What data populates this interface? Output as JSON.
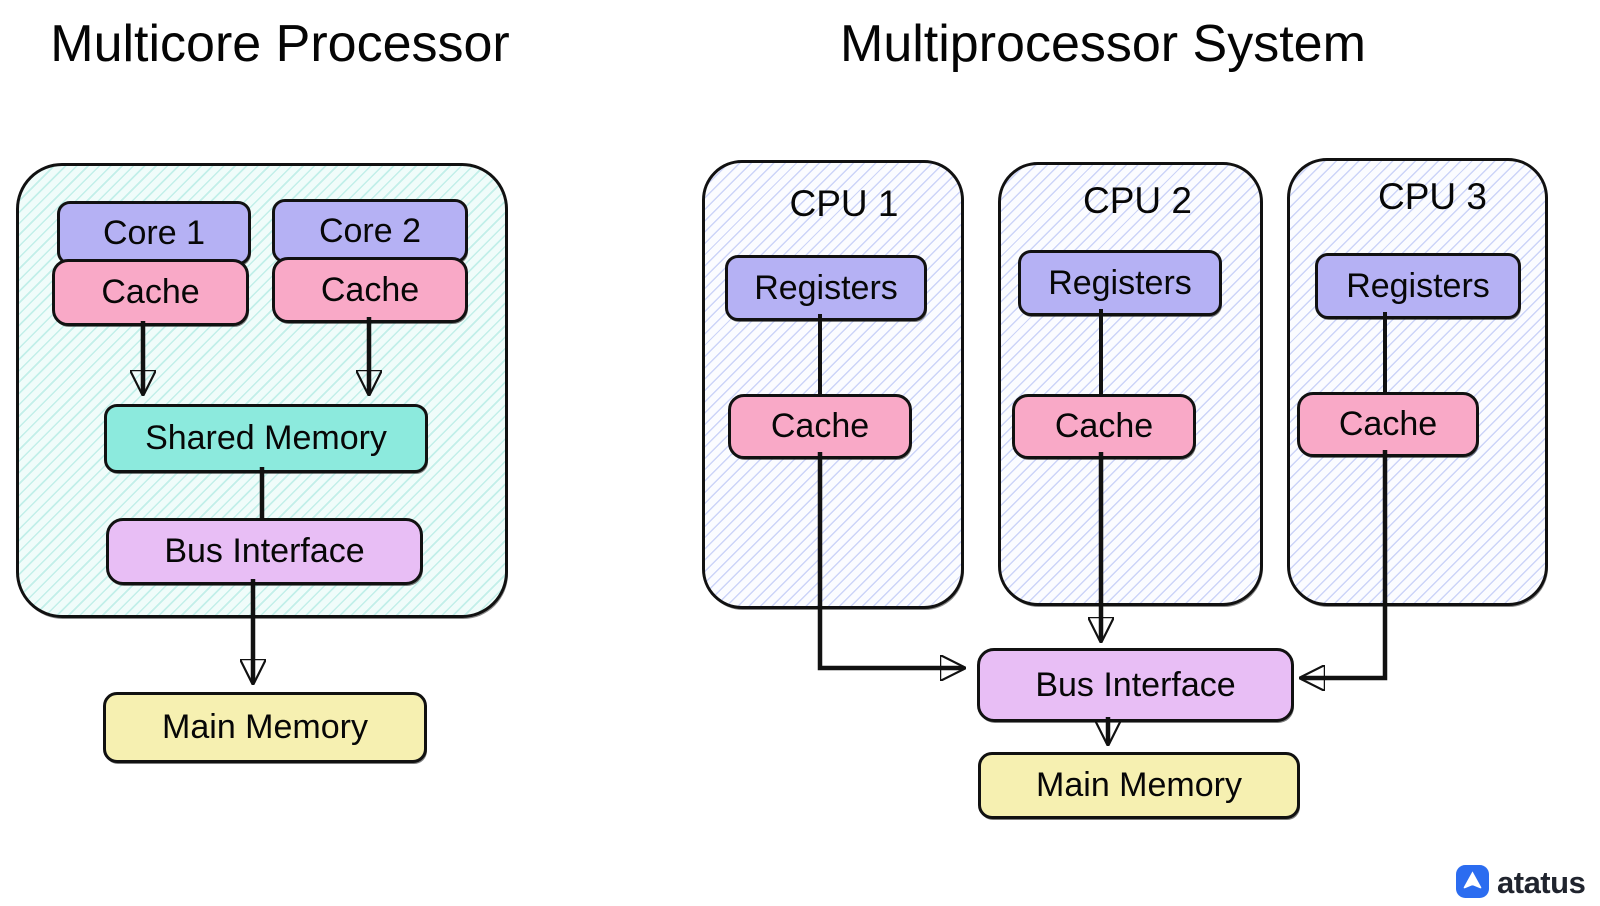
{
  "left": {
    "title": "Multicore Processor",
    "cores": [
      {
        "label": "Core 1",
        "cache": "Cache"
      },
      {
        "label": "Core 2",
        "cache": "Cache"
      }
    ],
    "shared_memory": "Shared Memory",
    "bus_interface": "Bus Interface",
    "main_memory": "Main Memory"
  },
  "right": {
    "title": "Multiprocessor System",
    "cpus": [
      {
        "label": "CPU 1",
        "registers": "Registers",
        "cache": "Cache"
      },
      {
        "label": "CPU 2",
        "registers": "Registers",
        "cache": "Cache"
      },
      {
        "label": "CPU 3",
        "registers": "Registers",
        "cache": "Cache"
      }
    ],
    "bus_interface": "Bus Interface",
    "main_memory": "Main Memory"
  },
  "branding": {
    "logo_text": "atatus"
  },
  "colors": {
    "core": "#b5b1f4",
    "cache": "#f9a9c7",
    "shared": "#8ceadd",
    "bus": "#e8bef5",
    "memory": "#f6f0b1",
    "leftfill": "#f0fcfa",
    "leftstripe": "#c2efe9",
    "cpufill": "#fbfcff",
    "cpustripe": "#ccd4f8",
    "ink": "#111111",
    "logoblue": "#2b6cf0",
    "logotext": "#20242e"
  }
}
